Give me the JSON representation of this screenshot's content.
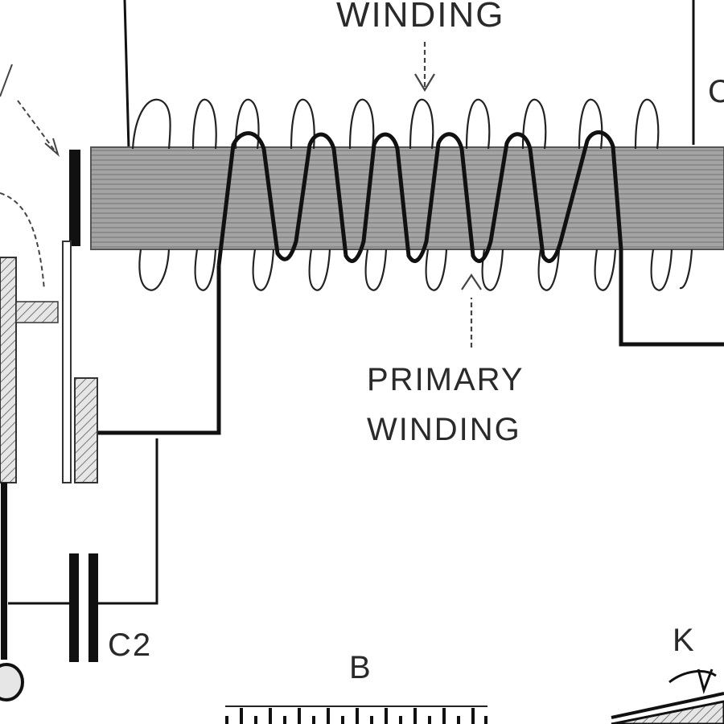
{
  "labels": {
    "secondary_winding": "WINDING",
    "primary_line1": "PRIMARY",
    "primary_line2": "WINDING",
    "capacitor": "C2",
    "battery": "B",
    "key": "K",
    "edge_c": "C"
  },
  "colors": {
    "ink": "#111111",
    "core_fill": "#9a9a9a",
    "paper": "#ffffff"
  }
}
